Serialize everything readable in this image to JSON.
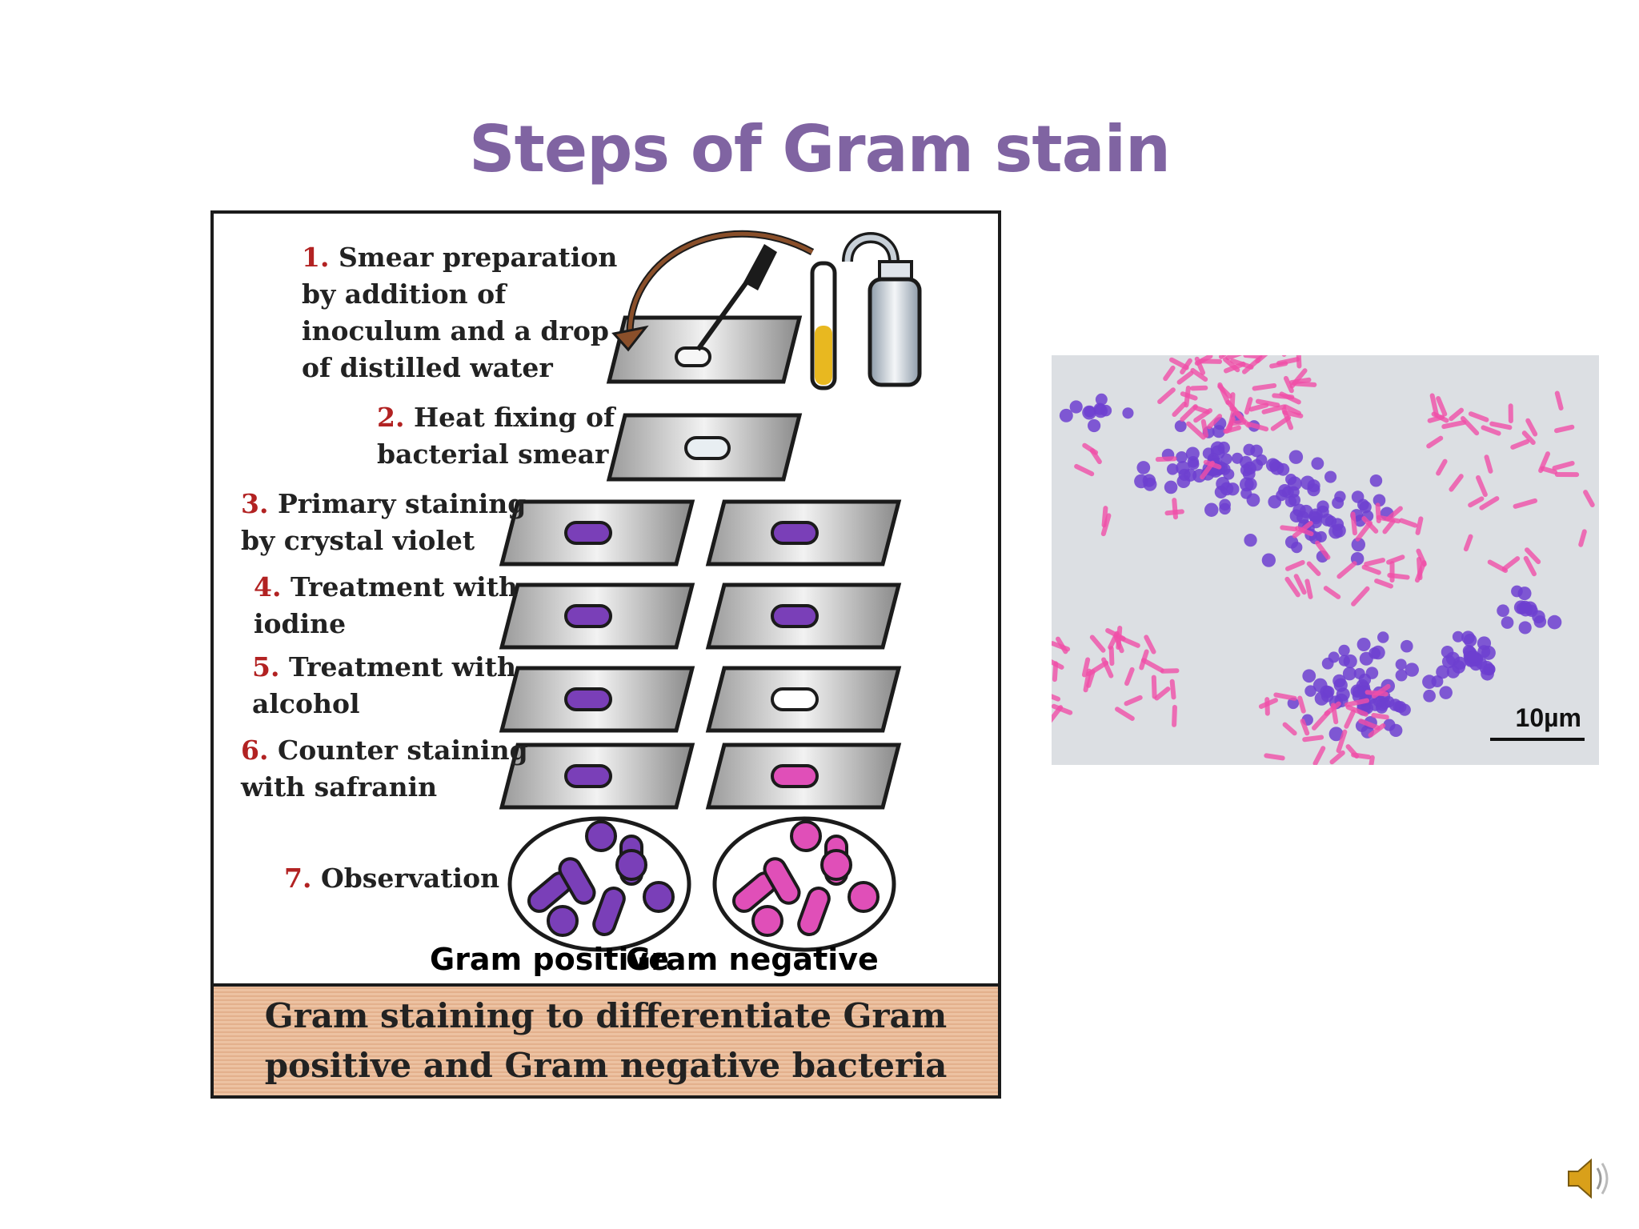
{
  "slide": {
    "title": "Steps of Gram stain"
  },
  "diagram": {
    "steps": [
      {
        "number": "1.",
        "lines": [
          "Smear preparation",
          "by addition of",
          "inoculum and a drop",
          "of distilled water"
        ]
      },
      {
        "number": "2.",
        "lines": [
          "Heat fixing of",
          "bacterial smear"
        ]
      },
      {
        "number": "3.",
        "lines": [
          "Primary staining",
          "by crystal violet"
        ]
      },
      {
        "number": "4.",
        "lines": [
          "Treatment with",
          "iodine"
        ]
      },
      {
        "number": "5.",
        "lines": [
          "Treatment with",
          "alcohol"
        ]
      },
      {
        "number": "6.",
        "lines": [
          "Counter staining",
          "with safranin"
        ]
      },
      {
        "number": "7.",
        "lines": [
          "Observation"
        ]
      }
    ],
    "gram_positive_label": "Gram positive",
    "gram_negative_label": "Gram negative",
    "caption": "Gram staining to differentiate Gram positive and Gram negative bacteria",
    "colors": {
      "crystal_violet": "#7a3fb8",
      "safranin": "#e04fb8",
      "decolorized": "#ffffff",
      "step_number": "#b22222",
      "gram_positive_text": "#6a2fa8",
      "gram_negative_text": "#c93cb2"
    }
  },
  "micrograph": {
    "scale_label": "10µm",
    "colors": {
      "background": "#dcdfe3",
      "cocci": "#6d3fd0",
      "rods": "#f04fa8"
    }
  },
  "speaker_icon": "speaker-icon"
}
